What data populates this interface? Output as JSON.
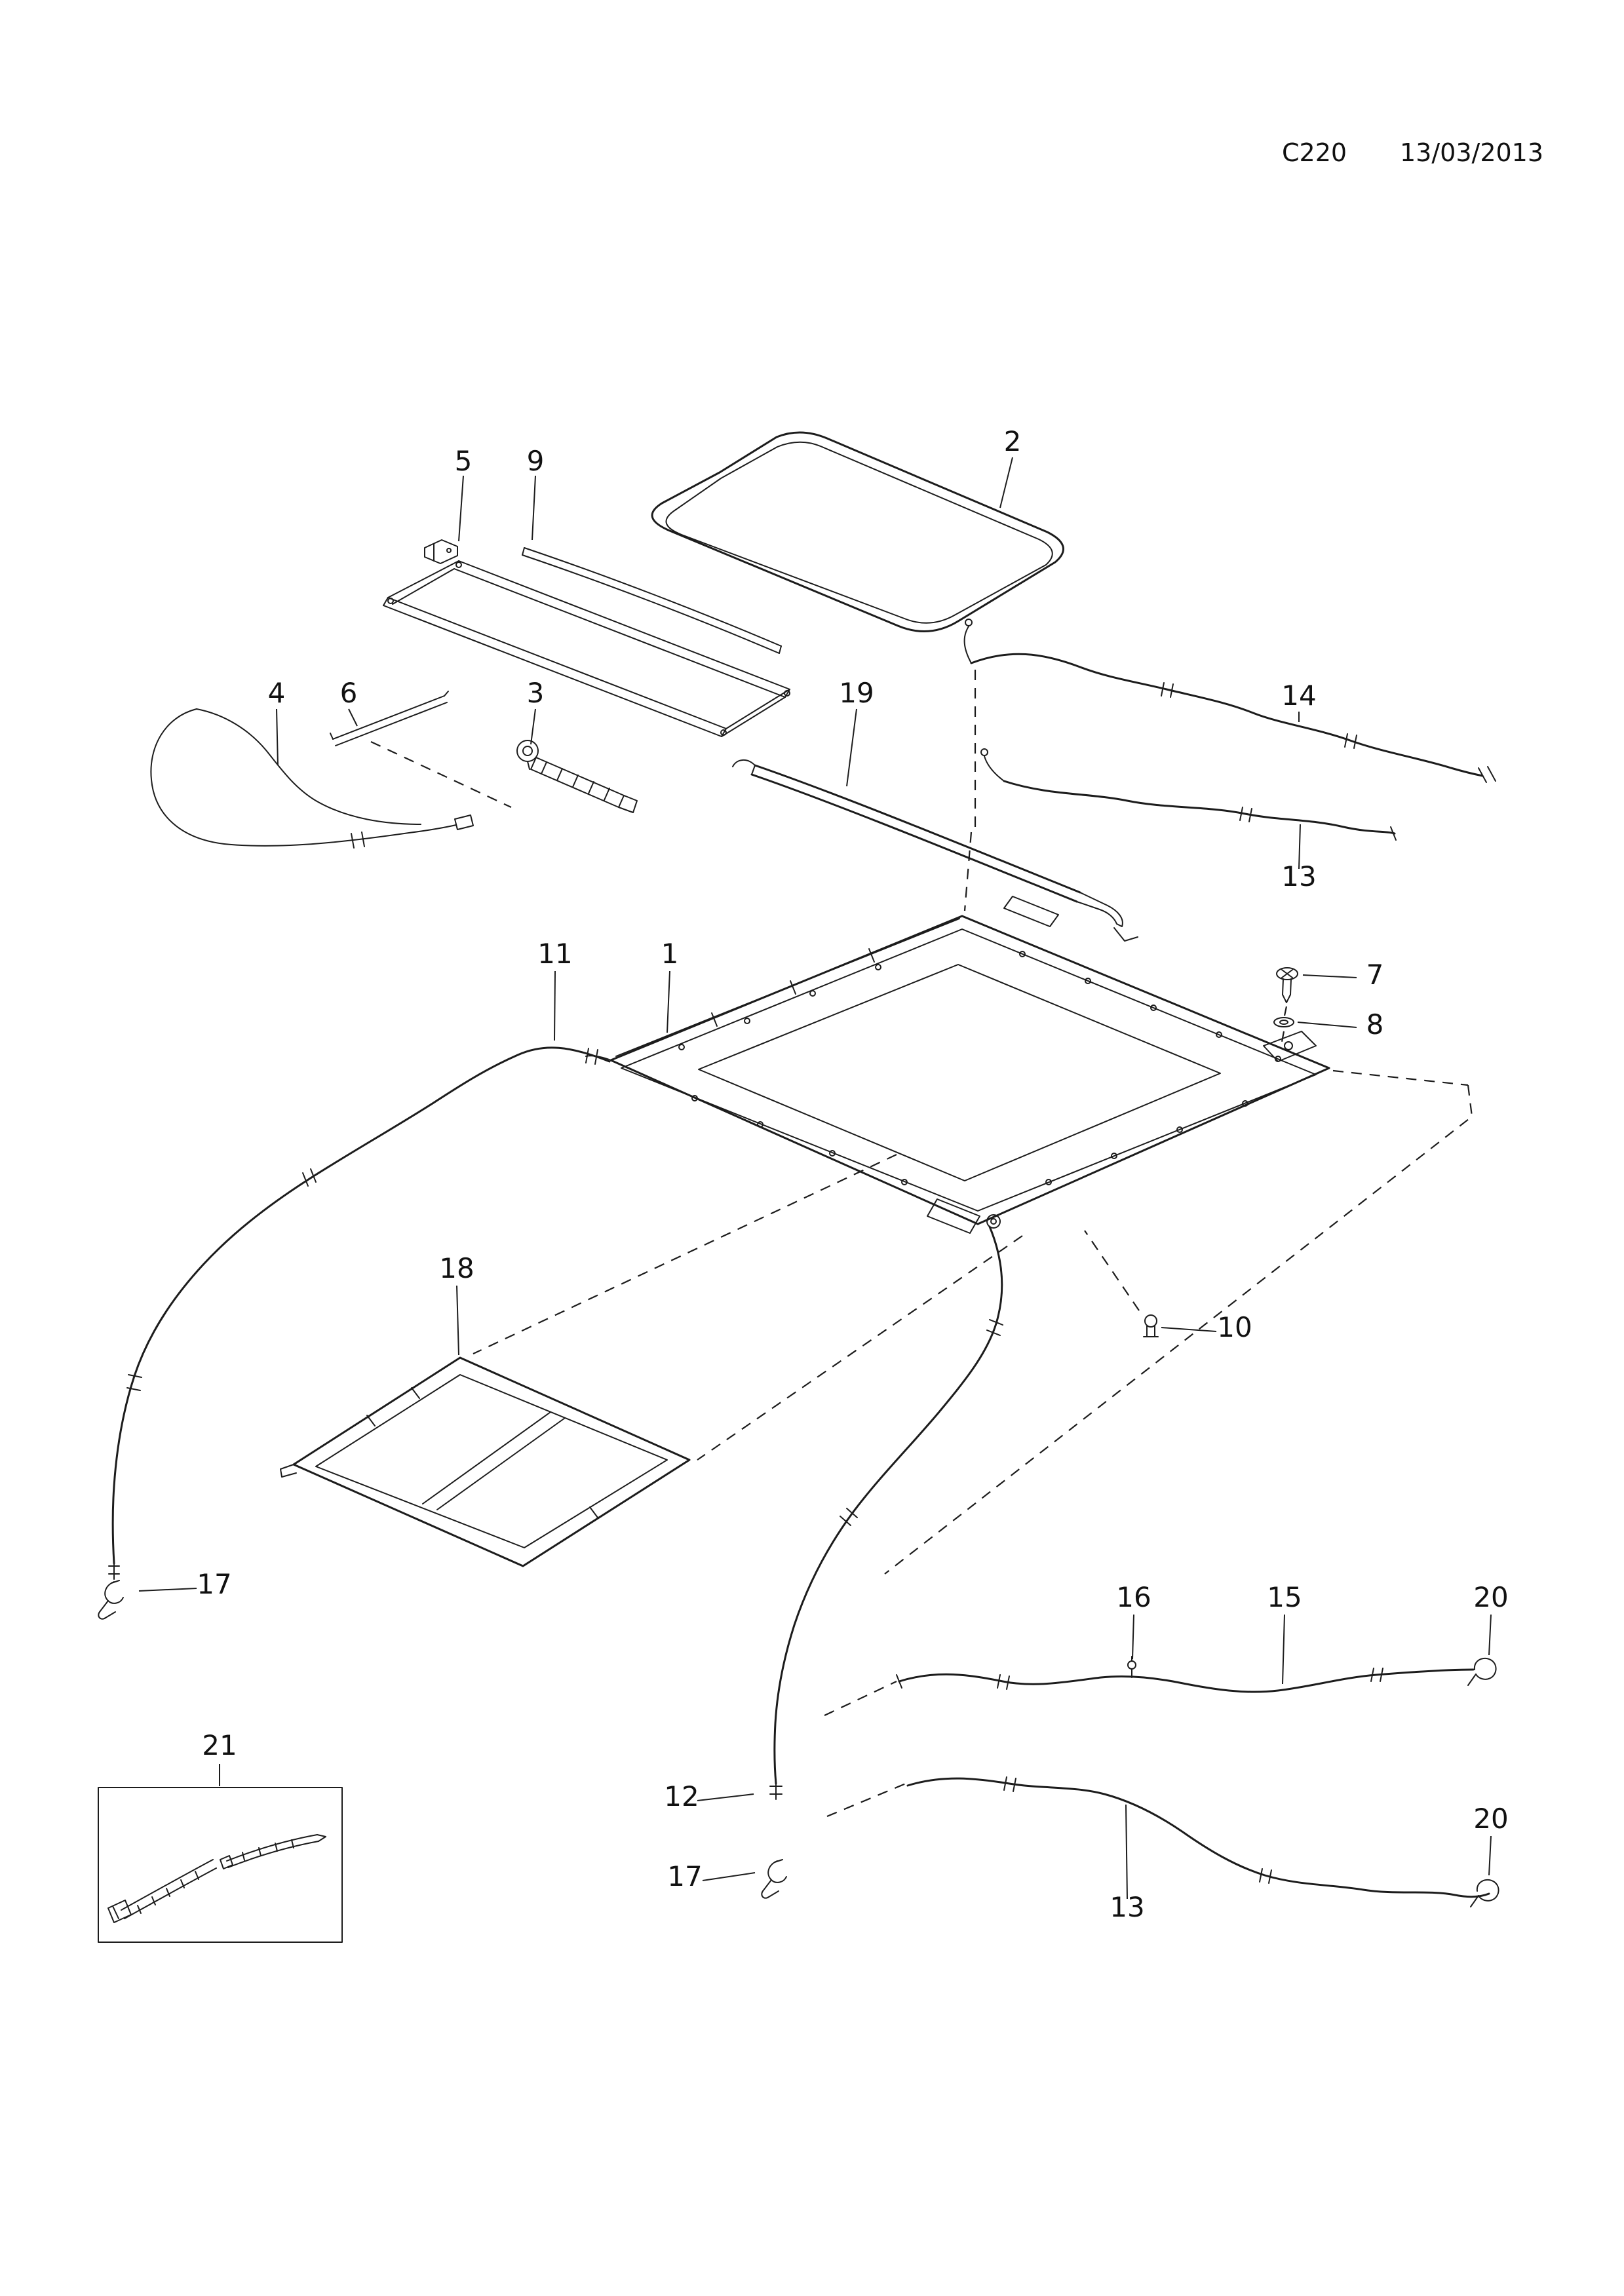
{
  "header": {
    "code": "C220",
    "date": "13/03/2013"
  },
  "callouts": [
    {
      "label": "5"
    },
    {
      "label": "9"
    },
    {
      "label": "2"
    },
    {
      "label": "4"
    },
    {
      "label": "6"
    },
    {
      "label": "3"
    },
    {
      "label": "19"
    },
    {
      "label": "14"
    },
    {
      "label": "13"
    },
    {
      "label": "11"
    },
    {
      "label": "1"
    },
    {
      "label": "7"
    },
    {
      "label": "8"
    },
    {
      "label": "18"
    },
    {
      "label": "10"
    },
    {
      "label": "17"
    },
    {
      "label": "16"
    },
    {
      "label": "15"
    },
    {
      "label": "20"
    },
    {
      "label": "21"
    },
    {
      "label": "12"
    },
    {
      "label": "17"
    },
    {
      "label": "20"
    },
    {
      "label": "13"
    }
  ]
}
